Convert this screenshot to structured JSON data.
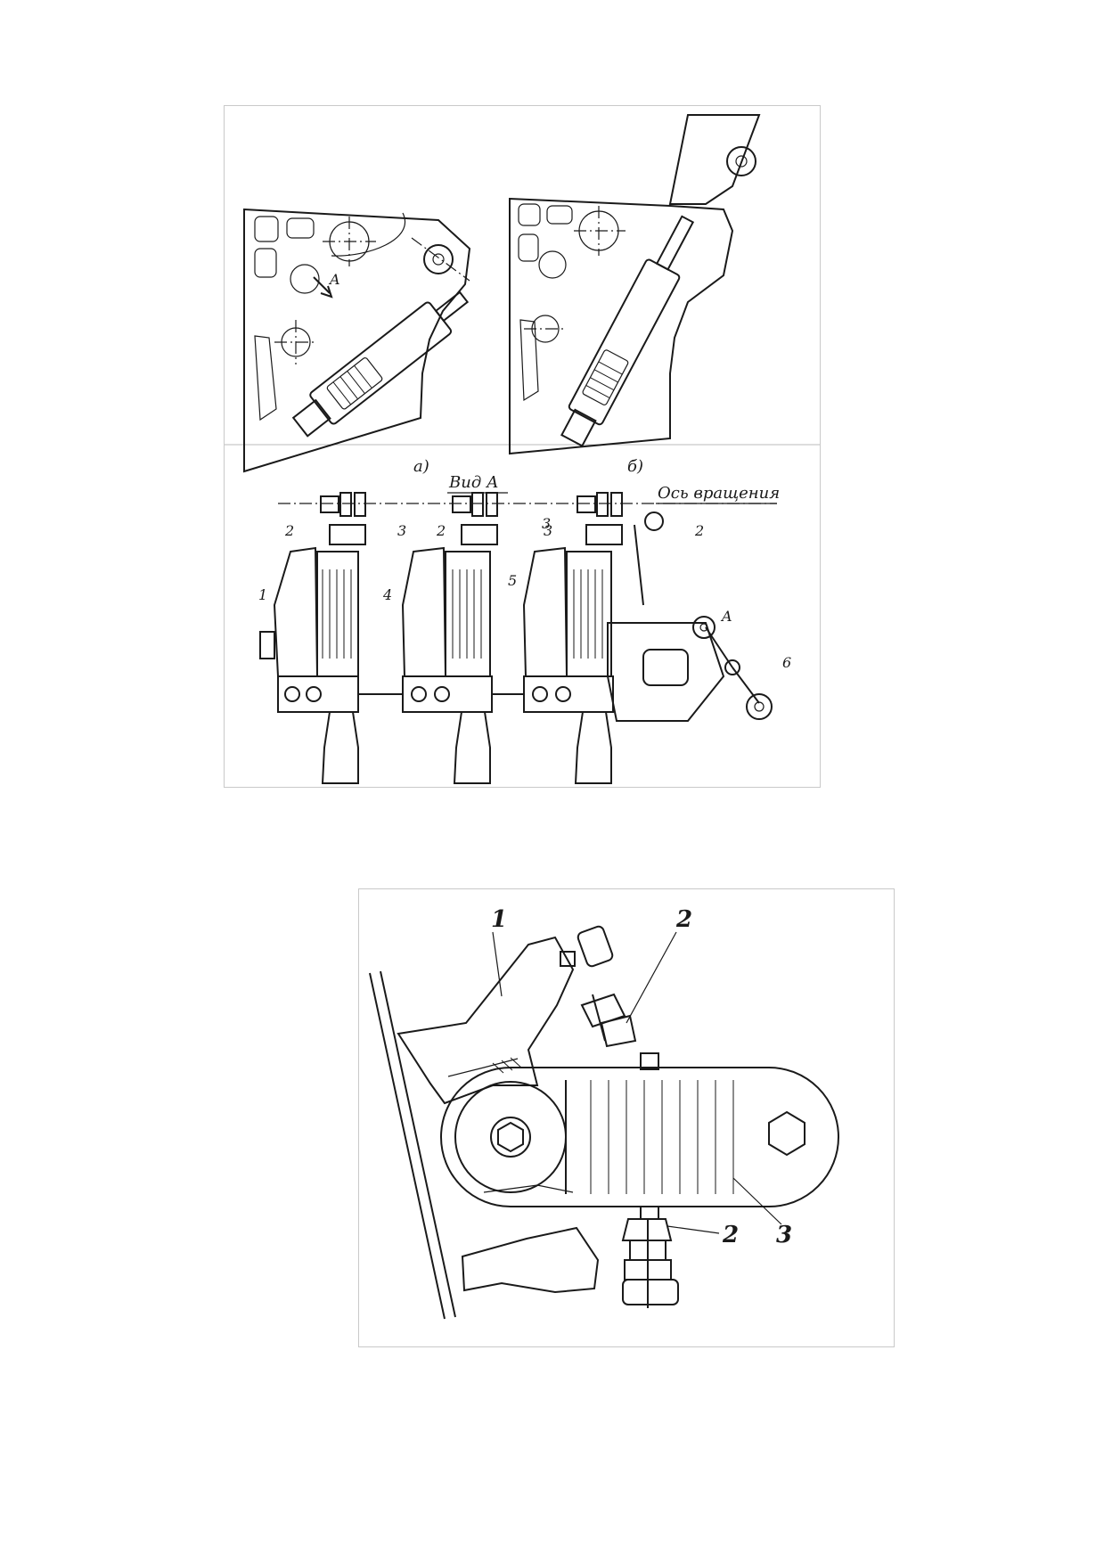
{
  "figure1": {
    "caption_a": "а)",
    "caption_b": "б)",
    "view_title": "Вид А",
    "axis_label": "Ось вращения",
    "arrow_label": "A",
    "callouts": {
      "a_2": "2",
      "a_3": "3",
      "b_2": "2",
      "b_3": "3",
      "c_3": "3",
      "c_2": "2",
      "unit_1": "1",
      "unit_4": "4",
      "unit_5": "5",
      "lever_A": "A",
      "lever_6": "6"
    }
  },
  "figure2": {
    "callouts": {
      "bracket_1": "1",
      "bolt_top_2": "2",
      "bolt_bottom_2": "2",
      "lever_3": "3"
    }
  }
}
